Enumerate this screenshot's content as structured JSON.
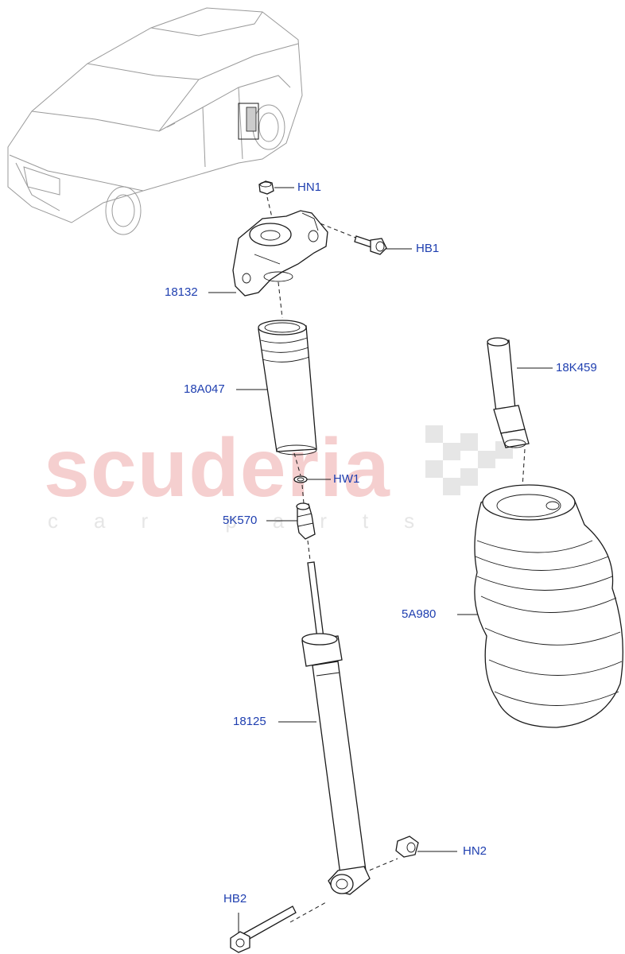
{
  "watermark": {
    "main": "scuderia",
    "sub": "car parts"
  },
  "callouts": [
    {
      "id": "HN1",
      "text": "HN1"
    },
    {
      "id": "HB1",
      "text": "HB1"
    },
    {
      "id": "18132",
      "text": "18132"
    },
    {
      "id": "18A047",
      "text": "18A047"
    },
    {
      "id": "HW1",
      "text": "HW1"
    },
    {
      "id": "5K570",
      "text": "5K570"
    },
    {
      "id": "18125",
      "text": "18125"
    },
    {
      "id": "HN2",
      "text": "HN2"
    },
    {
      "id": "HB2",
      "text": "HB2"
    },
    {
      "id": "18K459",
      "text": "18K459"
    },
    {
      "id": "5A980",
      "text": "5A980"
    }
  ],
  "colors": {
    "callout_text": "#1f3fb0",
    "watermark_red": "#f5cfcf",
    "watermark_grey": "#e6e6e6"
  }
}
